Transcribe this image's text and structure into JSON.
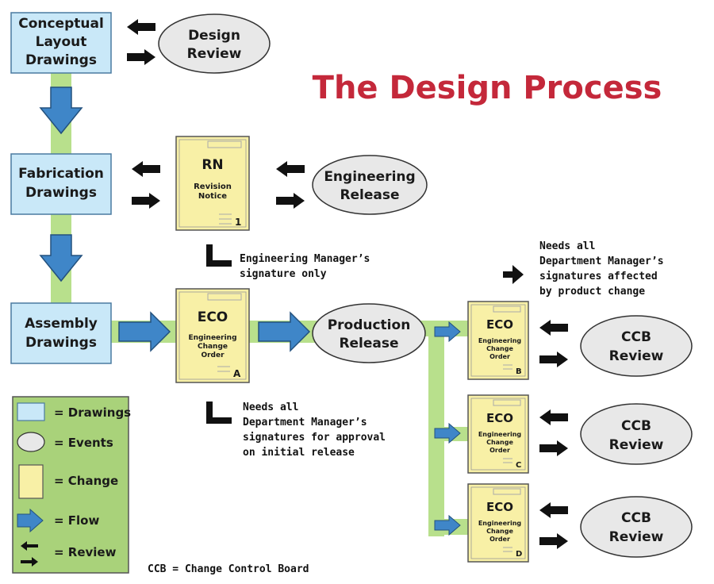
{
  "title": "The Design Process",
  "drawings": {
    "conceptual": [
      "Conceptual",
      "Layout",
      "Drawings"
    ],
    "fabrication": [
      "Fabrication",
      "Drawings"
    ],
    "assembly": [
      "Assembly",
      "Drawings"
    ]
  },
  "events": {
    "design_review": [
      "Design",
      "Review"
    ],
    "engineering_release": [
      "Engineering",
      "Release"
    ],
    "production_release": [
      "Production",
      "Release"
    ],
    "ccb_review": [
      "CCB",
      "Review"
    ]
  },
  "rn_doc": {
    "title": "RN",
    "sub": [
      "Revision",
      "Notice"
    ],
    "tag": "1"
  },
  "eco_docs": {
    "a": {
      "title": "ECO",
      "sub": [
        "Engineering",
        "Change",
        "Order"
      ],
      "tag": "A"
    },
    "b": {
      "title": "ECO",
      "sub": [
        "Engineering",
        "Change",
        "Order"
      ],
      "tag": "B"
    },
    "c": {
      "title": "ECO",
      "sub": [
        "Engineering",
        "Change",
        "Order"
      ],
      "tag": "C"
    },
    "d": {
      "title": "ECO",
      "sub": [
        "Engineering",
        "Change",
        "Order"
      ],
      "tag": "D"
    }
  },
  "notes": {
    "eng_manager": [
      "Engineering Manager’s",
      "signature only"
    ],
    "needs_all_top": [
      "Needs all",
      "Department Manager’s",
      "signatures affected",
      "by product change"
    ],
    "needs_all_bottom": [
      "Needs all",
      "Department Manager’s",
      "signatures for approval",
      "on initial release"
    ]
  },
  "legend": {
    "drawings": "= Drawings",
    "events": "= Events",
    "change": "= Change",
    "flow": "= Flow",
    "review": "= Review"
  },
  "footnote": "CCB = Change Control Board",
  "colors": {
    "title_red": "#c4283a",
    "drawing_fill": "#c9e8f8",
    "event_fill": "#e8e8e8",
    "doc_fill": "#f8f0a6",
    "flow_blue": "#3f86c8",
    "track_green": "#b8e08c",
    "legend_green": "#a9d27a"
  }
}
